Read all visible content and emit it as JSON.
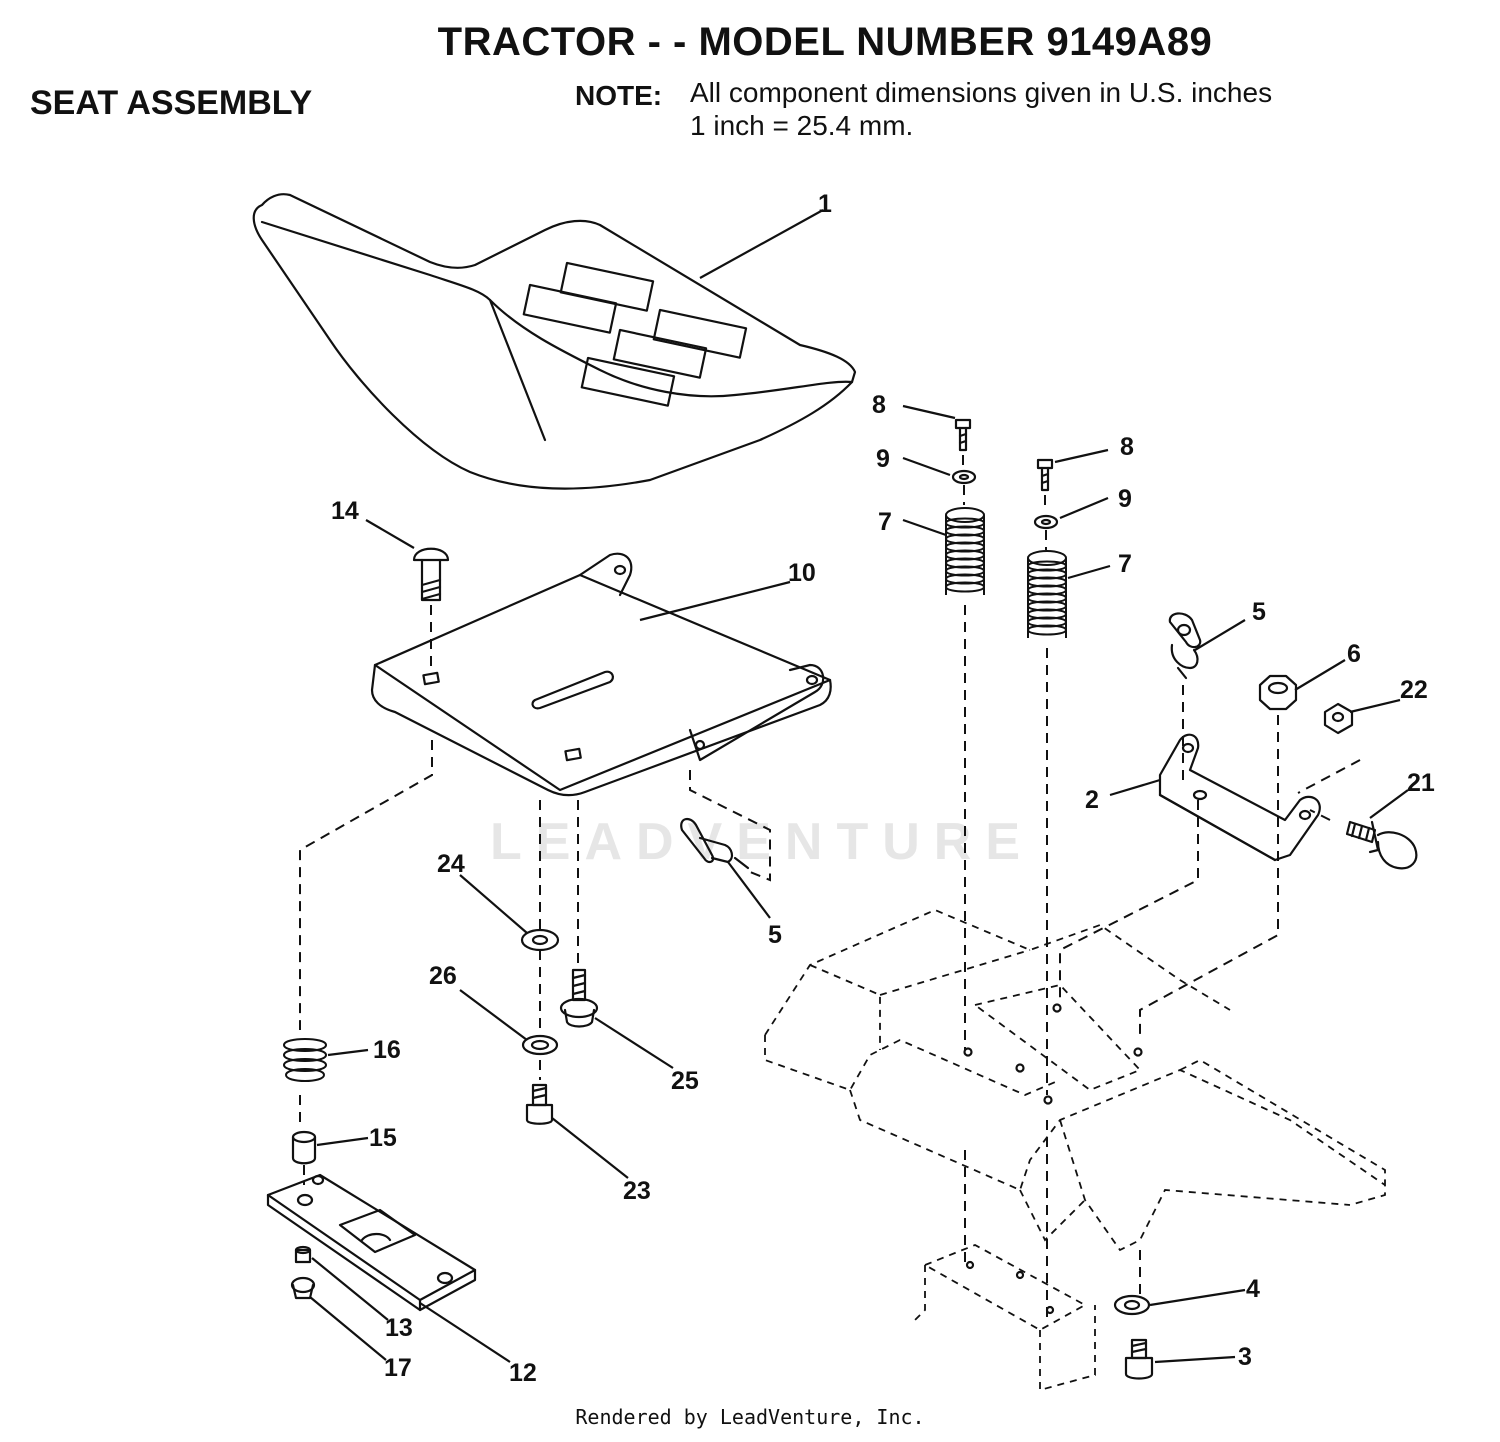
{
  "header": {
    "title": "TRACTOR - - MODEL NUMBER 9149A89",
    "subtitle": "SEAT ASSEMBLY",
    "note_label": "NOTE:",
    "note_line1": "All component dimensions given in U.S. inches",
    "note_line2": "1 inch = 25.4 mm."
  },
  "watermark": "LEADVENTURE",
  "footer": "Rendered by LeadVenture, Inc.",
  "callouts": {
    "c1": "1",
    "c2": "2",
    "c3": "3",
    "c4": "4",
    "c5a": "5",
    "c5b": "5",
    "c6": "6",
    "c7a": "7",
    "c7b": "7",
    "c8a": "8",
    "c8b": "8",
    "c9a": "9",
    "c9b": "9",
    "c10": "10",
    "c12": "12",
    "c13": "13",
    "c14": "14",
    "c15": "15",
    "c16": "16",
    "c17": "17",
    "c21": "21",
    "c22": "22",
    "c23": "23",
    "c24": "24",
    "c25": "25",
    "c26": "26"
  }
}
